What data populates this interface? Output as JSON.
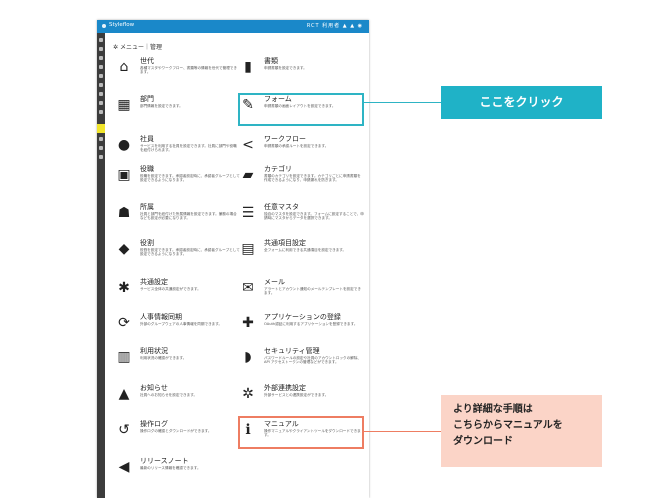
{
  "app": {
    "brand": "Styleflow",
    "topnav": "RCT 利用者 ▲ ▲ ◉"
  },
  "breadcrumb": "メニュー｜管理",
  "items": [
    {
      "title": "世代",
      "desc": "各種マスタやワークフロー、書類等の情報を世代で管理できます。",
      "icon": "home-icon",
      "glyph": "⌂"
    },
    {
      "title": "書類",
      "desc": "申請書類を設定できます。",
      "icon": "book-icon",
      "glyph": "▮"
    },
    {
      "title": "部門",
      "desc": "部門情報を設定できます。",
      "icon": "building-icon",
      "glyph": "▦"
    },
    {
      "title": "フォーム",
      "desc": "申請書類の画面レイアウトを設定できます。",
      "icon": "edit-icon",
      "glyph": "✎"
    },
    {
      "title": "社員",
      "desc": "サービスを利用する社員を設定できます。社員に部門や役職を紐付けられます。",
      "icon": "user-icon",
      "glyph": "●"
    },
    {
      "title": "ワークフロー",
      "desc": "申請書類の承認ルートを設定できます。",
      "icon": "share-icon",
      "glyph": "<"
    },
    {
      "title": "役職",
      "desc": "役職を設定できます。承認者設定時に、承認者グループとして設定できるようになります。",
      "icon": "badge-icon",
      "glyph": "▣"
    },
    {
      "title": "カテゴリ",
      "desc": "書類のカテゴリを設定できます。カテゴリごとに申請書類を作成できるようになり、申請漏れを防ぎます。",
      "icon": "folder-icon",
      "glyph": "▰"
    },
    {
      "title": "所属",
      "desc": "社員と部門を紐付けた所属情報を設定できます。兼務の場合なども設定が必要になります。",
      "icon": "users-icon",
      "glyph": "☗"
    },
    {
      "title": "任意マスタ",
      "desc": "独自のマスタを設定できます。フォームに設定することで、申請時にマスタからデータを選択できます。",
      "icon": "list-icon",
      "glyph": "☰"
    },
    {
      "title": "役割",
      "desc": "役割を設定できます。承認者設定時に、承認者グループとして設定できるようになります。",
      "icon": "tag-icon",
      "glyph": "◆"
    },
    {
      "title": "共通項目設定",
      "desc": "全フォームに利用できる共通項目を設定できます。",
      "icon": "table-icon",
      "glyph": "▤"
    },
    {
      "title": "共通設定",
      "desc": "サービス全体の共通設定ができます。",
      "icon": "gear-icon",
      "glyph": "✱"
    },
    {
      "title": "メール",
      "desc": "アラートとアカウント通知のメールテンプレートを設定できます。",
      "icon": "envelope-icon",
      "glyph": "✉"
    },
    {
      "title": "人事情報同期",
      "desc": "外部のグループウェアの人事情報を同期できます。",
      "icon": "sync-icon",
      "glyph": "⟳"
    },
    {
      "title": "アプリケーションの登録",
      "desc": "OAuth認証に利用するアプリケーションを登録できます。",
      "icon": "plus-icon",
      "glyph": "✚"
    },
    {
      "title": "利用状況",
      "desc": "利用状況の確認ができます。",
      "icon": "chart-icon",
      "glyph": "▥"
    },
    {
      "title": "セキュリティ管理",
      "desc": "パスワードルールの設定や社員のアカウントロックの解除、API アクセストークンの管理などができます。",
      "icon": "shield-icon",
      "glyph": "◗"
    },
    {
      "title": "お知らせ",
      "desc": "社員へのお知らせを設定できます。",
      "icon": "bell-icon",
      "glyph": "▲"
    },
    {
      "title": "外部連携設定",
      "desc": "外部サービスとの連携設定ができます。",
      "icon": "gears-icon",
      "glyph": "✲"
    },
    {
      "title": "操作ログ",
      "desc": "操作ログの確認とダウンロードができます。",
      "icon": "history-icon",
      "glyph": "↺"
    },
    {
      "title": "マニュアル",
      "desc": "操作マニュアルやクライアントツールをダウンロードできます。",
      "icon": "info-icon",
      "glyph": "ℹ"
    },
    {
      "title": "リリースノート",
      "desc": "最新のリリース情報を確認できます。",
      "icon": "megaphone-icon",
      "glyph": "◀"
    }
  ],
  "callouts": {
    "form": "ここをクリック",
    "manual_line1": "より詳細な手順は",
    "manual_line2": "こちらからマニュアルを",
    "manual_line3": "ダウンロード"
  },
  "colors": {
    "header": "#1a88c9",
    "teal": "#1fb2c7",
    "coral": "#ee7d62",
    "coral_bg": "#fbd4c7",
    "sidebar": "#3c3c3c",
    "active": "#f1e52c"
  }
}
